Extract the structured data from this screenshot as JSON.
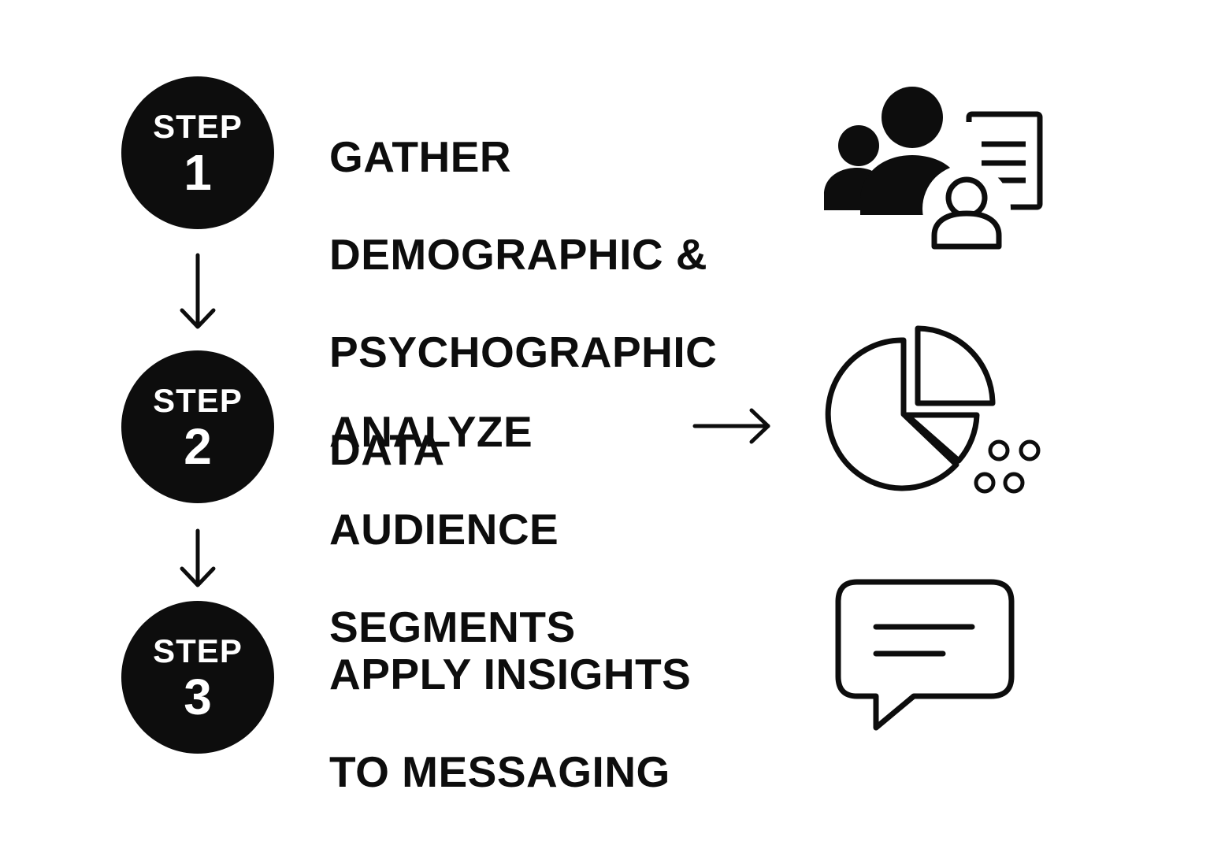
{
  "steps": [
    {
      "badge_word": "STEP",
      "badge_number": "1",
      "title_lines": [
        "GATHER",
        "DEMOGRAPHIC &",
        "PSYCHOGRAPHIC",
        "DATA"
      ],
      "icon": "audience-profile-icon"
    },
    {
      "badge_word": "STEP",
      "badge_number": "2",
      "title_lines": [
        "ANALYZE",
        "AUDIENCE",
        "SEGMENTS"
      ],
      "icon": "pie-chart-icon"
    },
    {
      "badge_word": "STEP",
      "badge_number": "3",
      "title_lines": [
        "APPLY INSIGHTS",
        "TO MESSAGING"
      ],
      "icon": "chat-bubble-icon"
    }
  ],
  "connectors": [
    "down-arrow-icon",
    "down-arrow-icon",
    "right-arrow-icon"
  ],
  "colors": {
    "ink": "#0d0d0d",
    "background": "#ffffff",
    "badge_text": "#ffffff"
  }
}
